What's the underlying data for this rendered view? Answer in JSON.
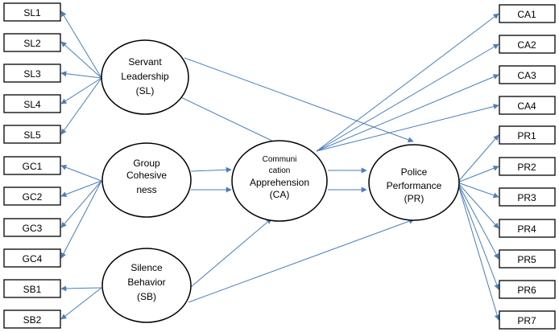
{
  "indicators": {
    "SL1": "SL1",
    "SL2": "SL2",
    "SL3": "SL3",
    "SL4": "SL4",
    "SL5": "SL5",
    "GC1": "GC1",
    "GC2": "GC2",
    "GC3": "GC3",
    "GC4": "GC4",
    "SB1": "SB1",
    "SB2": "SB2",
    "CA1": "CA1",
    "CA2": "CA2",
    "CA3": "CA3",
    "CA4": "CA4",
    "PR1": "PR1",
    "PR2": "PR2",
    "PR3": "PR3",
    "PR4": "PR4",
    "PR5": "PR5",
    "PR6": "PR6",
    "PR7": "PR7"
  },
  "constructs": {
    "SL": {
      "lines": [
        "Servant",
        "Leadership",
        "(SL)"
      ]
    },
    "GC": {
      "lines": [
        "Group",
        "Cohesive",
        "ness"
      ]
    },
    "SB": {
      "lines": [
        "Silence",
        "Behavior",
        "(SB)"
      ]
    },
    "CA": {
      "lines": [
        "Communi",
        "cation",
        "Apprehension",
        "(CA)"
      ]
    },
    "PR": {
      "lines": [
        "Police",
        "Performance",
        "(PR)"
      ]
    }
  },
  "edges": [
    [
      "SL",
      "SL1"
    ],
    [
      "SL",
      "SL2"
    ],
    [
      "SL",
      "SL3"
    ],
    [
      "SL",
      "SL4"
    ],
    [
      "SL",
      "SL5"
    ],
    [
      "GC",
      "GC1"
    ],
    [
      "GC",
      "GC2"
    ],
    [
      "GC",
      "GC3"
    ],
    [
      "GC",
      "GC4"
    ],
    [
      "SB",
      "SB1"
    ],
    [
      "SB",
      "SB2"
    ],
    [
      "CA",
      "CA1"
    ],
    [
      "CA",
      "CA2"
    ],
    [
      "CA",
      "CA3"
    ],
    [
      "CA",
      "CA4"
    ],
    [
      "PR",
      "PR1"
    ],
    [
      "PR",
      "PR2"
    ],
    [
      "PR",
      "PR3"
    ],
    [
      "PR",
      "PR4"
    ],
    [
      "PR",
      "PR5"
    ],
    [
      "PR",
      "PR6"
    ],
    [
      "PR",
      "PR7"
    ],
    [
      "SL",
      "CA"
    ],
    [
      "SL",
      "PR"
    ],
    [
      "GC",
      "CA"
    ],
    [
      "GC",
      "CA"
    ],
    [
      "SB",
      "CA"
    ],
    [
      "SB",
      "PR"
    ],
    [
      "CA",
      "PR"
    ],
    [
      "CA",
      "PR"
    ]
  ],
  "colors": {
    "arrow": "#4a7ebb",
    "stroke": "#000000"
  }
}
